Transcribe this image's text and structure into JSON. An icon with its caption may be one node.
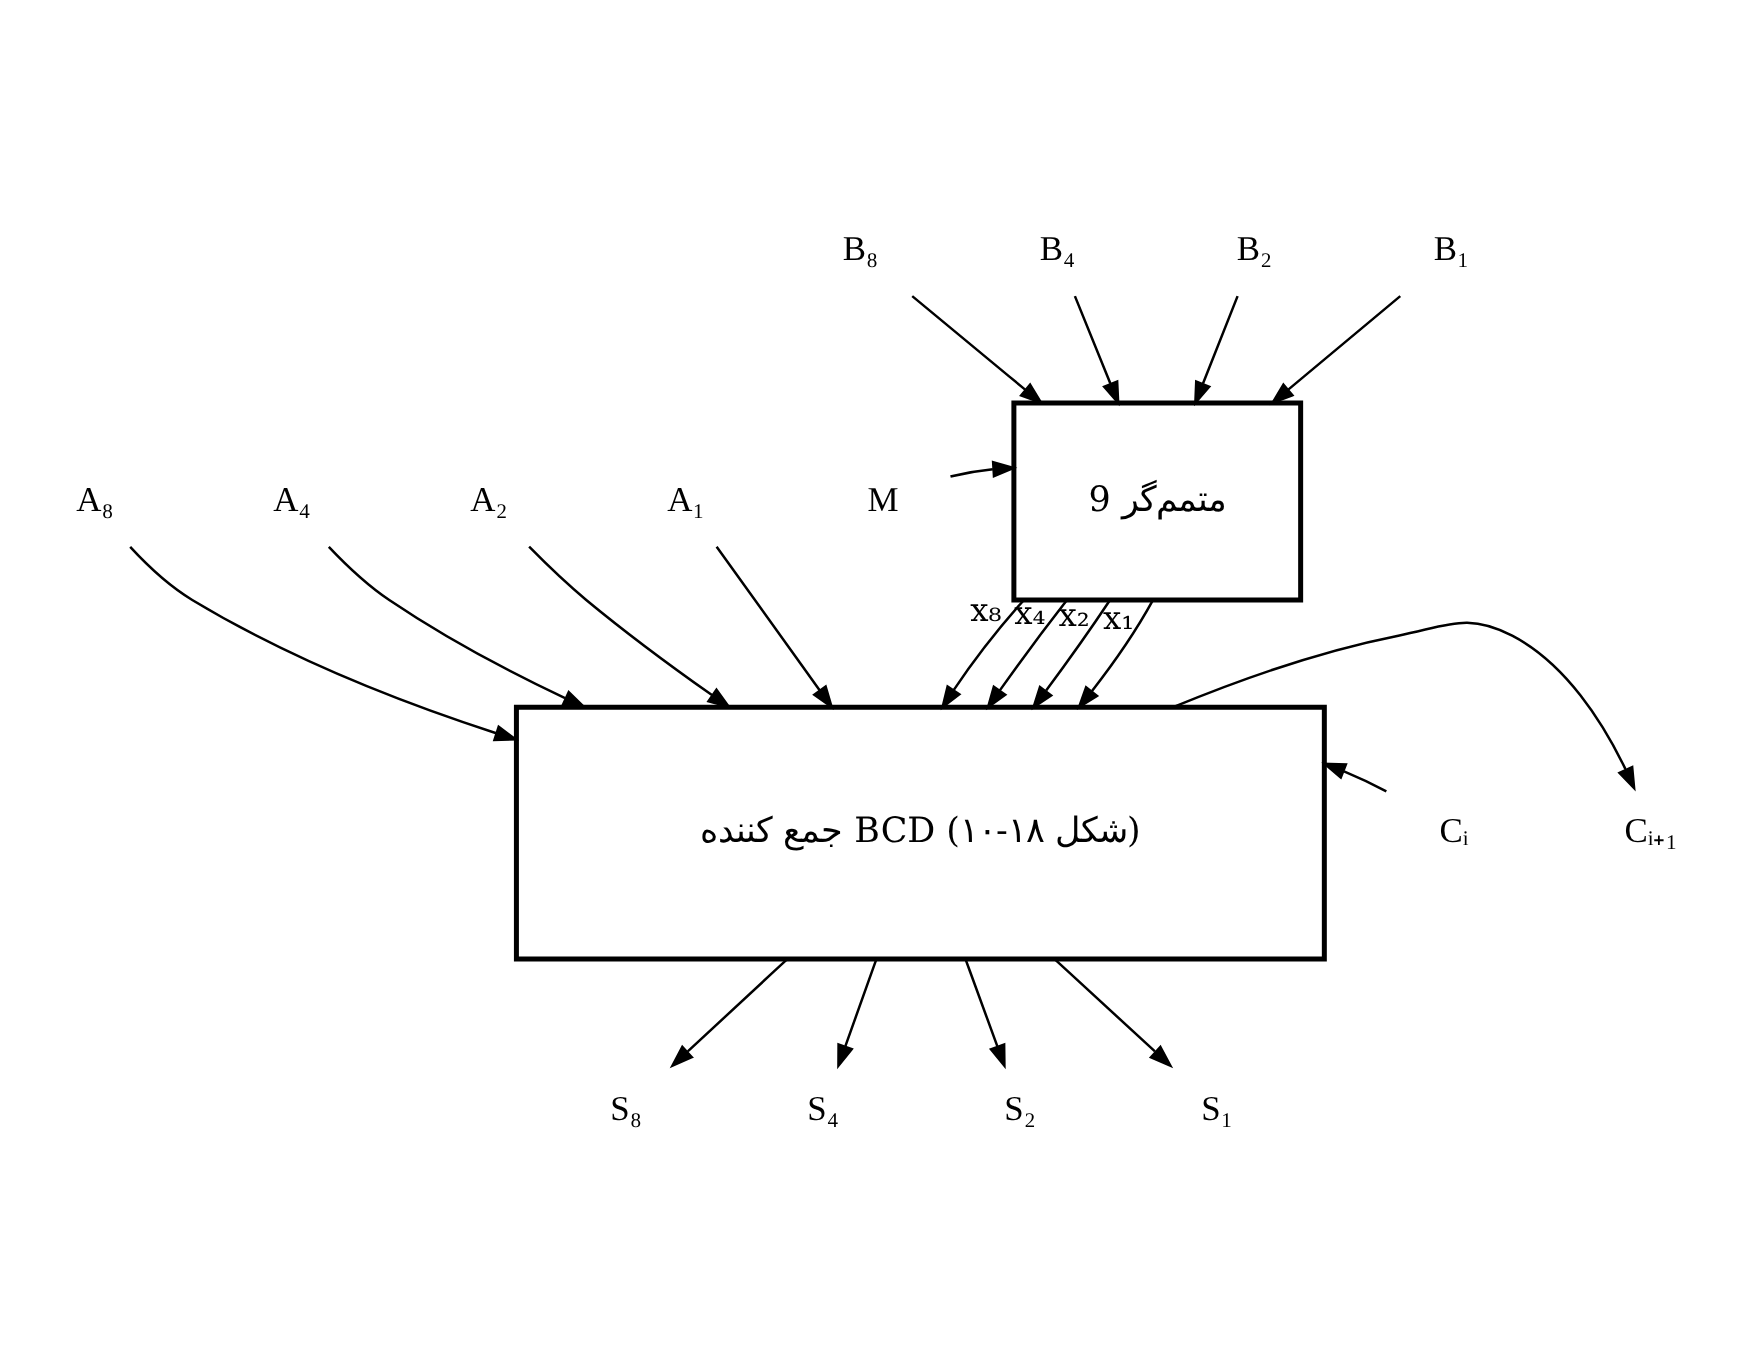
{
  "diagram": {
    "nodes": [
      {
        "text": [
          "B₈"
        ]
      },
      {
        "text": [
          "B₄"
        ]
      },
      {
        "text": [
          "B₂"
        ]
      },
      {
        "text": [
          "B₁"
        ]
      },
      {
        "text": [
          "M"
        ]
      },
      {
        "text": [
          "متمم‌گر 9"
        ]
      },
      {
        "text": [
          "A₈"
        ]
      },
      {
        "text": [
          "A₄"
        ]
      },
      {
        "text": [
          "A₂"
        ]
      },
      {
        "text": [
          "A₁"
        ]
      },
      {
        "text": [
          "جمع کننده BCD (شکل ۱۸-۱۰)"
        ]
      },
      {
        "text": [
          "Cᵢ₊₁"
        ]
      },
      {
        "text": [
          "Cᵢ"
        ]
      },
      {
        "text": [
          "S₈"
        ]
      },
      {
        "text": [
          "S₄"
        ]
      },
      {
        "text": [
          "S₂"
        ]
      },
      {
        "text": [
          "S₁"
        ]
      }
    ],
    "edges": [
      {
        "from": 0,
        "to": 5,
        "arrow": "to"
      },
      {
        "from": 1,
        "to": 5,
        "arrow": "to"
      },
      {
        "from": 2,
        "to": 5,
        "arrow": "to"
      },
      {
        "from": 3,
        "to": 5,
        "arrow": "to"
      },
      {
        "from": 4,
        "to": 5,
        "arrow": "to"
      },
      {
        "from": 5,
        "to": 10,
        "arrow": "to",
        "label": "x₈"
      },
      {
        "from": 5,
        "to": 10,
        "arrow": "to",
        "label": "x₄"
      },
      {
        "from": 5,
        "to": 10,
        "arrow": "to",
        "label": "x₂"
      },
      {
        "from": 5,
        "to": 10,
        "arrow": "to",
        "label": "x₁"
      },
      {
        "from": 6,
        "to": 10,
        "arrow": "to"
      },
      {
        "from": 7,
        "to": 10,
        "arrow": "to"
      },
      {
        "from": 8,
        "to": 10,
        "arrow": "to"
      },
      {
        "from": 9,
        "to": 10,
        "arrow": "to"
      },
      {
        "from": 10,
        "to": 11,
        "arrow": "to"
      },
      {
        "from": 12,
        "to": 10,
        "arrow": "to"
      },
      {
        "from": 10,
        "to": 13,
        "arrow": "to"
      },
      {
        "from": 10,
        "to": 14,
        "arrow": "to"
      },
      {
        "from": 10,
        "to": 15,
        "arrow": "to"
      },
      {
        "from": 10,
        "to": 16,
        "arrow": "to"
      }
    ]
  }
}
